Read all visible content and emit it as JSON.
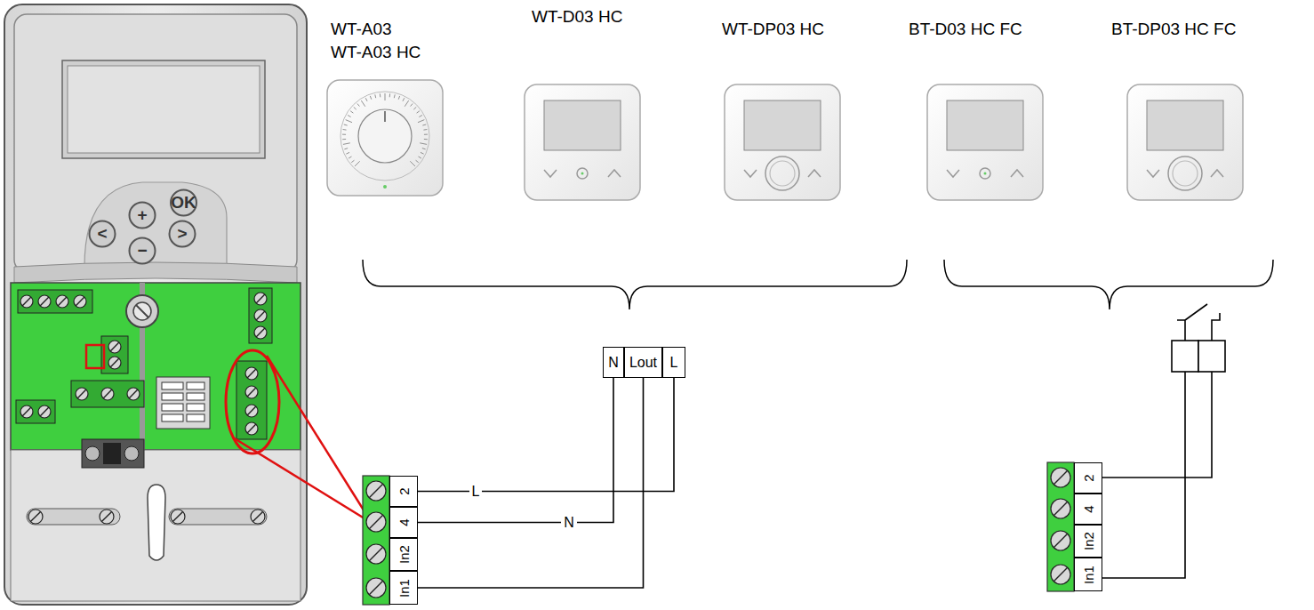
{
  "diagram": {
    "nodes": [
      {
        "text": [
          "OK"
        ]
      },
      {
        "text": [
          "+"
        ]
      },
      {
        "text": [
          "<"
        ]
      },
      {
        "text": [
          ">"
        ]
      },
      {
        "text": [
          "−"
        ]
      },
      {
        "text": [
          "N"
        ]
      },
      {
        "text": [
          "Lout"
        ]
      },
      {
        "text": [
          "L"
        ]
      },
      {
        "text": [
          "2"
        ]
      },
      {
        "text": [
          "4"
        ]
      },
      {
        "text": [
          "In2"
        ]
      },
      {
        "text": [
          "In1"
        ]
      },
      {
        "text": [
          "2"
        ]
      },
      {
        "text": [
          "4"
        ]
      },
      {
        "text": [
          "In2"
        ]
      },
      {
        "text": [
          "In1"
        ]
      }
    ],
    "edges": [
      {
        "from": 8,
        "to": 7,
        "label": "L",
        "arrow": "none"
      },
      {
        "from": 9,
        "to": 5,
        "label": "N",
        "arrow": "none"
      },
      {
        "from": 11,
        "to": 6,
        "arrow": "none"
      }
    ],
    "labels": [
      "WT-A03",
      "WT-A03 HC",
      "WT-D03 HC",
      "WT-DP03 HC",
      "BT-D03 HC FC",
      "BT-DP03 HC FC"
    ]
  }
}
